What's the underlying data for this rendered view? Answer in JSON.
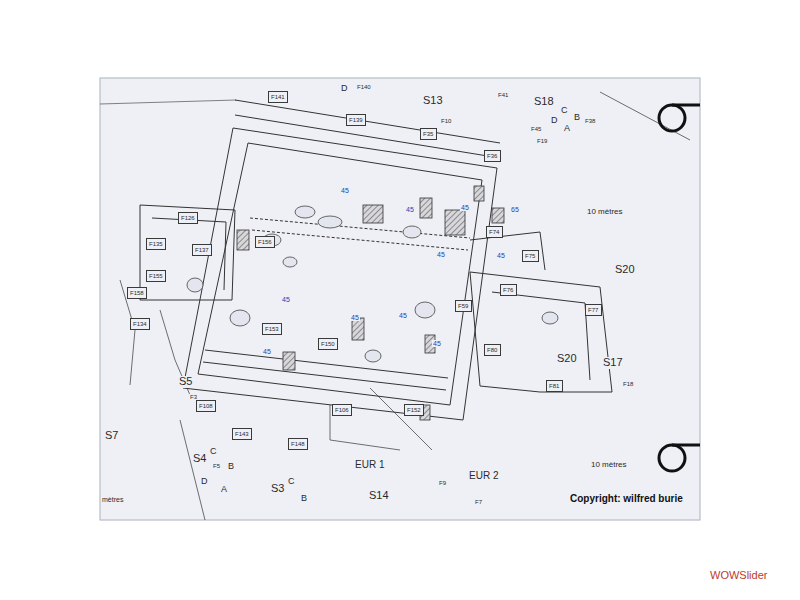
{
  "diagram": {
    "nodes": [
      {
        "text": [
          "F141"
        ]
      },
      {
        "text": [
          "F139"
        ]
      },
      {
        "text": [
          "F35"
        ]
      },
      {
        "text": [
          "F36"
        ]
      },
      {
        "text": [
          "F126"
        ]
      },
      {
        "text": [
          "F135"
        ]
      },
      {
        "text": [
          "F137"
        ]
      },
      {
        "text": [
          "F155"
        ]
      },
      {
        "text": [
          "F158"
        ]
      },
      {
        "text": [
          "F134"
        ]
      },
      {
        "text": [
          "F156"
        ]
      },
      {
        "text": [
          "F153"
        ]
      },
      {
        "text": [
          "F150"
        ]
      },
      {
        "text": [
          "F143"
        ]
      },
      {
        "text": [
          "F148"
        ]
      },
      {
        "text": [
          "F108"
        ]
      },
      {
        "text": [
          "F106"
        ]
      },
      {
        "text": [
          "F152"
        ]
      },
      {
        "text": [
          "F81"
        ]
      },
      {
        "text": [
          "F80"
        ]
      },
      {
        "text": [
          "F76"
        ]
      },
      {
        "text": [
          "F77"
        ]
      },
      {
        "text": [
          "F59"
        ]
      },
      {
        "text": [
          "F74"
        ]
      },
      {
        "text": [
          "F75"
        ]
      }
    ],
    "labels": [
      "D",
      "F140",
      "S13",
      "F10",
      "F41",
      "S18",
      "C",
      "B",
      "D",
      "F38",
      "A",
      "F45",
      "F19",
      "10 mètres",
      "S20",
      "S20",
      "S17",
      "F18",
      "10 mètres",
      "S7",
      "S5",
      "S4",
      "C",
      "B",
      "D",
      "A",
      "S3",
      "C",
      "B",
      "F5",
      "EUR 1",
      "EUR 2",
      "S14",
      "F9",
      "F7",
      "mètres",
      "Copyright: wilfred burie",
      "WOWSlider",
      "45",
      "45",
      "45",
      "65",
      "45",
      "45",
      "45",
      "45",
      "45",
      "45",
      "45",
      "F3"
    ]
  }
}
